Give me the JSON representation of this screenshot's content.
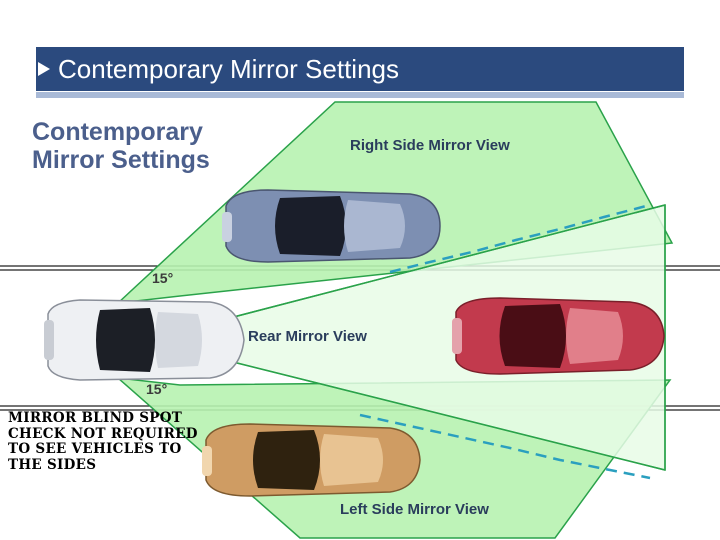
{
  "header": {
    "title": "Contemporary Mirror Settings"
  },
  "diagram": {
    "title": "Contemporary Mirror Settings",
    "labels": {
      "right_side": "Right Side Mirror View",
      "rear": "Rear Mirror View",
      "left_side": "Left Side Mirror View"
    },
    "angle_top": "15°",
    "angle_bottom": "15°",
    "blind_spot_note": "MIRROR BLIND SPOT CHECK NOT REQUIRED TO SEE VEHICLES TO THE SIDES"
  },
  "colors": {
    "header_blue": "#2b4a7e",
    "header_underline": "#a9bad7",
    "zone_green": "#b7f2b0",
    "zone_edge": "#2aa24a",
    "dash_teal": "#2a9fbf",
    "car_center": "#eef0f3",
    "car_right": "#7d8fb2",
    "car_rear": "#c23a4d",
    "car_left": "#cf9c63"
  }
}
